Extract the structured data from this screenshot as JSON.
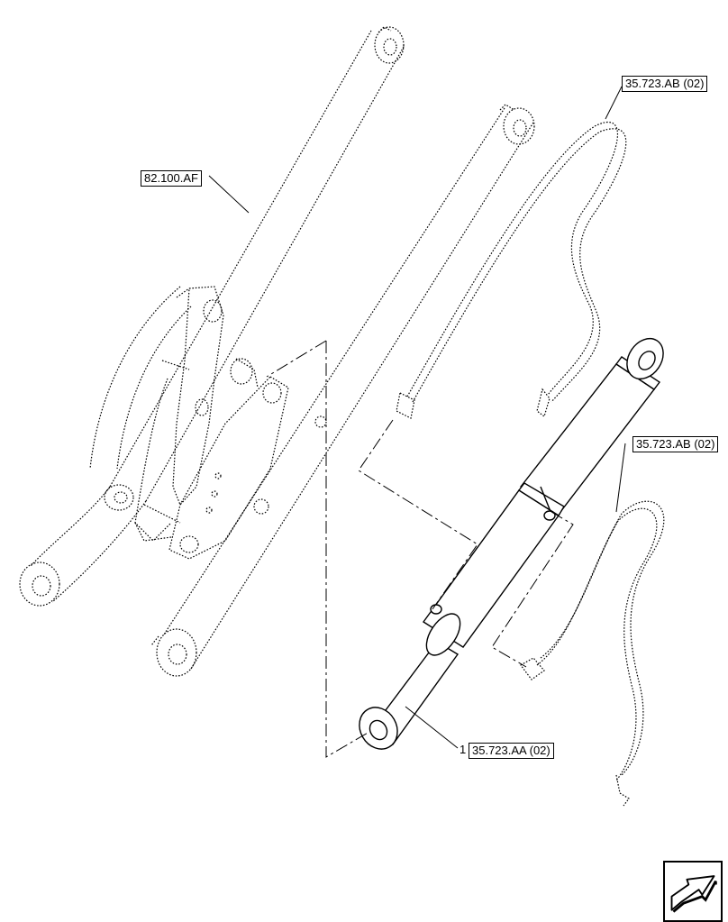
{
  "callouts": {
    "lift_arm_ref": "82.100.AF",
    "hose_ref_upper": "35.723.AB (02)",
    "hose_ref_lower": "35.723.AB (02)",
    "cylinder_ref": "35.723.AA (02)",
    "cylinder_item_number": "1"
  },
  "navigation": {
    "icon": "arrow-icon"
  }
}
